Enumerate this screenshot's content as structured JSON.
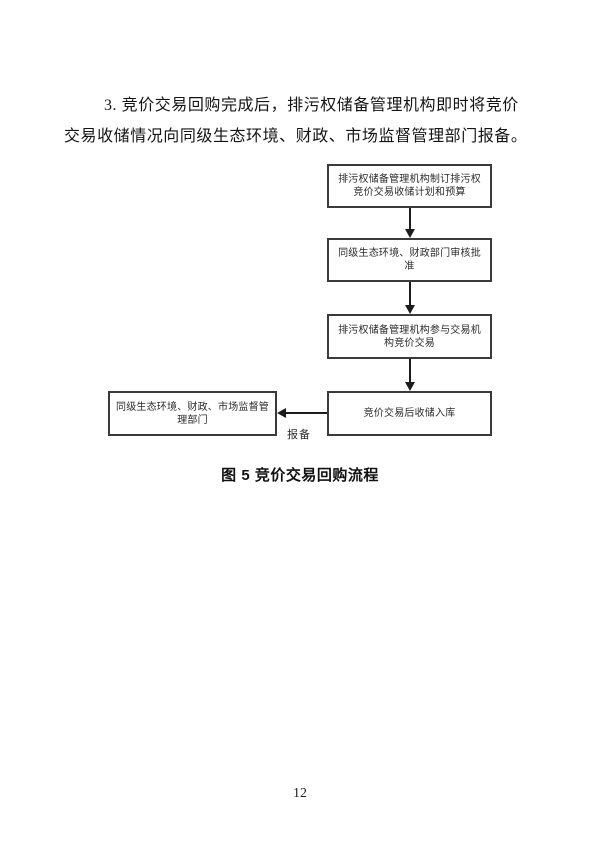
{
  "colors": {
    "page_background": "#ffffff",
    "text": "#1a1a1a",
    "box_border": "#3a3a3a",
    "arrow": "#1c1c1c"
  },
  "paragraph": {
    "lines": [
      "3. 竞价交易回购完成后，排污权储备管理机构即时将竞价",
      "交易收储情况向同级生态环境、财政、市场监督管理部门报备。"
    ]
  },
  "flowchart": {
    "boxes": [
      {
        "text": "排污权储备管理机构制订排污权竞价交易收储计划和预算"
      },
      {
        "text": "同级生态环境、财政部门审核批准"
      },
      {
        "text": "排污权储备管理机构参与交易机构竞价交易"
      },
      {
        "text": "竞价交易后收储入库"
      },
      {
        "text": "同级生态环境、财政、市场监督管理部门"
      }
    ],
    "edge_label": "报备"
  },
  "caption": "图 5 竞价交易回购流程",
  "page_number": "12"
}
